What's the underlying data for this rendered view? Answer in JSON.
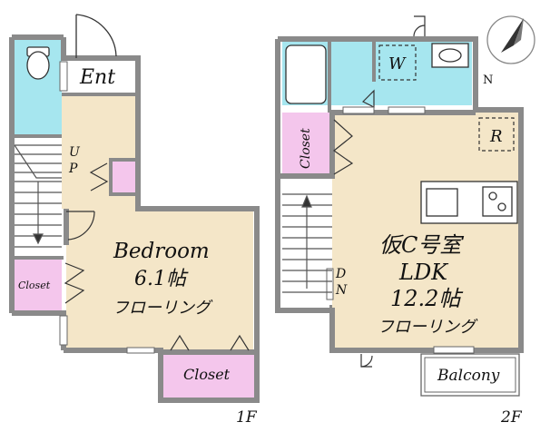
{
  "floor1": {
    "entrance": "Ent",
    "stairs_up": [
      "U",
      "P"
    ],
    "bedroom": {
      "name": "Bedroom",
      "size": "6.1帖",
      "floor": "フローリング"
    },
    "closet_left": "Closet",
    "closet_bottom": "Closet",
    "floor_label": "1F"
  },
  "floor2": {
    "closet": "Closet",
    "washer": "W",
    "fridge": "R",
    "stairs_down": [
      "D",
      "N"
    ],
    "room_name": "仮C号室",
    "room_type": "LDK",
    "size": "12.2帖",
    "floor": "フローリング",
    "balcony": "Balcony",
    "floor_label": "2F"
  },
  "compass": {
    "label": "N"
  },
  "colors": {
    "wet_area": "#a6e6ef",
    "floor": "#f4e6c8",
    "closet": "#f4c6ec",
    "wall": "#888888"
  }
}
